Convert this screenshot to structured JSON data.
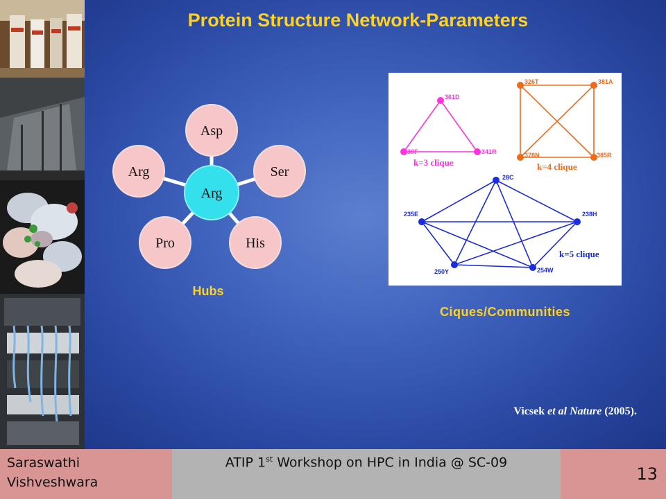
{
  "slide": {
    "title": "Protein Structure Network-Parameters",
    "hubs_caption": "Hubs",
    "communities_caption": "Ciques/Communities",
    "citation": {
      "author": "Vicsek",
      "emphasis": "et al Nature",
      "year": "(2005)."
    }
  },
  "hub_diagram": {
    "center": "Arg",
    "nodes": [
      "Asp",
      "Ser",
      "His",
      "Pro",
      "Arg"
    ],
    "colors": {
      "center_fill": "#33e0ec",
      "node_fill": "#f7c6c8",
      "connector": "#ffffff"
    }
  },
  "clique_figure": {
    "k3": {
      "caption": "k=3 clique",
      "nodes": [
        "361D",
        "338F",
        "341R"
      ],
      "color": "#ff33dd"
    },
    "k4": {
      "caption": "k=4 clique",
      "nodes": [
        "326T",
        "381A",
        "378N",
        "385R"
      ],
      "color": "#f06a1c"
    },
    "k5": {
      "caption": "k=5 clique",
      "nodes": [
        "28C",
        "235E",
        "238H",
        "250Y",
        "254W"
      ],
      "color": "#1a2be0"
    }
  },
  "footer": {
    "author_line1": "Saraswathi",
    "author_line2": "Vishveshwara",
    "event_prefix": "ATIP 1",
    "event_sup": "st",
    "event_suffix": " Workshop on HPC in India @ SC-09",
    "page_number": "13"
  }
}
